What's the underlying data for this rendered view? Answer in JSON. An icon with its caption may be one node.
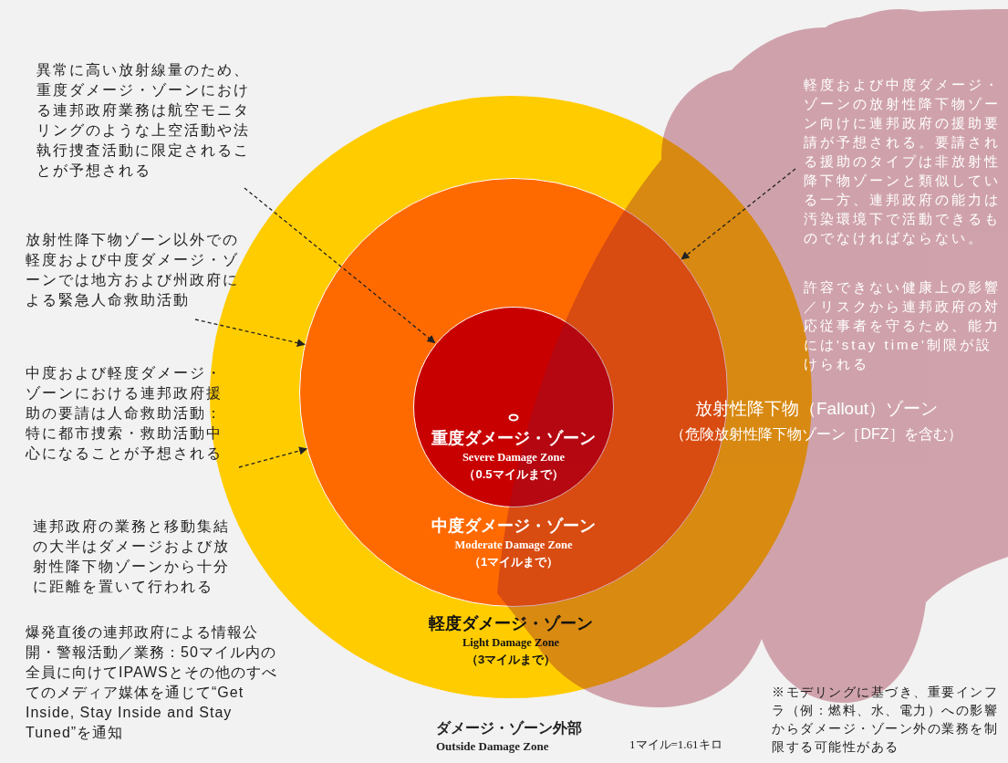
{
  "diagram": {
    "nodes": [
      {
        "text": [
          "軽度ダメージ・ゾーン",
          "Light Damage Zone",
          "（3マイルまで）"
        ]
      },
      {
        "text": [
          "中度ダメージ・ゾーン",
          "Moderate Damage Zone",
          "（1マイルまで）"
        ],
        "in": 0
      },
      {
        "text": [
          "重度ダメージ・ゾーン",
          "Severe Damage Zone",
          "（0.5マイルまで）"
        ],
        "in": 1
      },
      {
        "text": [
          "放射性降下物（Fallout）ゾーン",
          "（危険放射性降下物ゾーン［DFZ］を含む）"
        ]
      },
      {
        "text": [
          "軽度および中度ダメージ・ゾーンの放射性降下物ゾーン向けに連邦政府の援助要請が予想される。要請される援助のタイプは非放射性降下物ゾーンと類似している一方、連邦政府の能力は汚染環境下で活動できるものでなければならない。"
        ],
        "in": 3
      },
      {
        "text": [
          "許容できない健康上の影響／リスクから連邦政府の対応従事者を守るため、能力には'stay time'制限が設けられる"
        ],
        "in": 3
      },
      {
        "text": [
          "異常に高い放射線量のため、重度ダメージ・ゾーンにおける連邦政府業務は航空モニタリングのような上空活動や法執行捜査活動に限定されることが予想される"
        ]
      },
      {
        "text": [
          "放射性降下物ゾーン以外での軽度および中度ダメージ・ゾーンでは地方および州政府による緊急人命救助活動"
        ]
      },
      {
        "text": [
          "中度および軽度ダメージ・ゾーンにおける連邦政府援助の要請は人命救助活動：特に都市捜索・救助活動中心になることが予想される"
        ]
      }
    ],
    "edges": [
      {
        "from": 6,
        "to": 2,
        "arrow": "to",
        "style": "dashed"
      },
      {
        "from": 7,
        "to": 1,
        "arrow": "to",
        "style": "dashed"
      },
      {
        "from": 8,
        "to": 1,
        "arrow": "to",
        "style": "dashed"
      },
      {
        "from": 4,
        "to": 1,
        "arrow": "to",
        "style": "dashed"
      }
    ],
    "labels": [
      "連邦政府の業務と移動集結の大半はダメージおよび放射性降下物ゾーンから十分に距離を置いて行われる",
      "爆発直後の連邦政府による情報公開・警報活動／業務：50マイル内の全員に向けてIPAWSとその他のすべてのメディア媒体を通じて“Get Inside, Stay Inside and Stay Tuned”を通知",
      "ダメージ・ゾーン外部",
      "Outside Damage Zone",
      "1マイル=1.61キロ",
      "※モデリングに基づき、重要インフラ（例：燃料、水、電力）への影響からダメージ・ゾーン外の業務を制限する可能性がある"
    ]
  }
}
